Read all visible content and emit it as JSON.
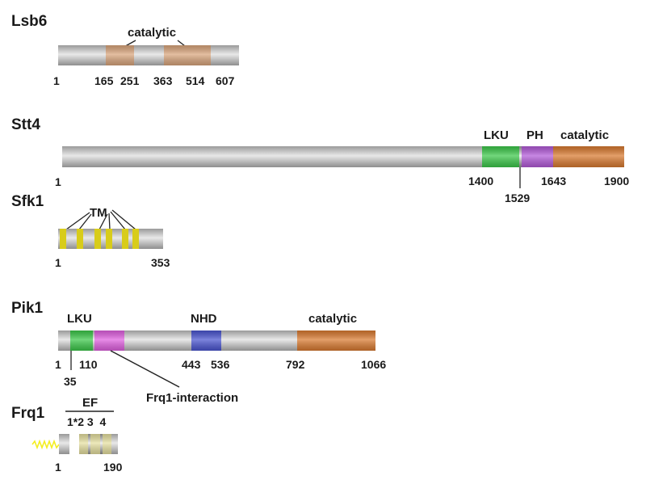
{
  "proteins": {
    "lsb6": {
      "name": "Lsb6",
      "domain_label": "catalytic",
      "domain_color": "#d9a57c",
      "positions": [
        "1",
        "165",
        "251",
        "363",
        "514",
        "607"
      ]
    },
    "stt4": {
      "name": "Stt4",
      "labels": {
        "lku": "LKU",
        "ph": "PH",
        "catalytic": "catalytic"
      },
      "colors": {
        "lku": "#3cc84a",
        "ph": "#b25ad8",
        "catalytic": "#d97a30"
      },
      "positions": [
        "1",
        "1400",
        "1529",
        "1643",
        "1900"
      ]
    },
    "sfk1": {
      "name": "Sfk1",
      "domain_label": "TM",
      "domain_color": "#d8cc1a",
      "positions": [
        "1",
        "353"
      ]
    },
    "pik1": {
      "name": "Pik1",
      "labels": {
        "lku": "LKU",
        "nhd": "NHD",
        "catalytic": "catalytic",
        "interaction": "Frq1-interaction"
      },
      "colors": {
        "lku": "#3cc84a",
        "interaction": "#e060e0",
        "nhd": "#4a55d0",
        "catalytic": "#d97a30"
      },
      "positions": [
        "1",
        "35",
        "110",
        "443",
        "536",
        "792",
        "1066"
      ]
    },
    "frq1": {
      "name": "Frq1",
      "domain_label": "EF",
      "ef_numbers": "1*2 3  4",
      "colors": {
        "ef": "#e6e0a0",
        "myristoyl": "#f4ee20"
      },
      "positions": [
        "1",
        "190"
      ]
    }
  }
}
